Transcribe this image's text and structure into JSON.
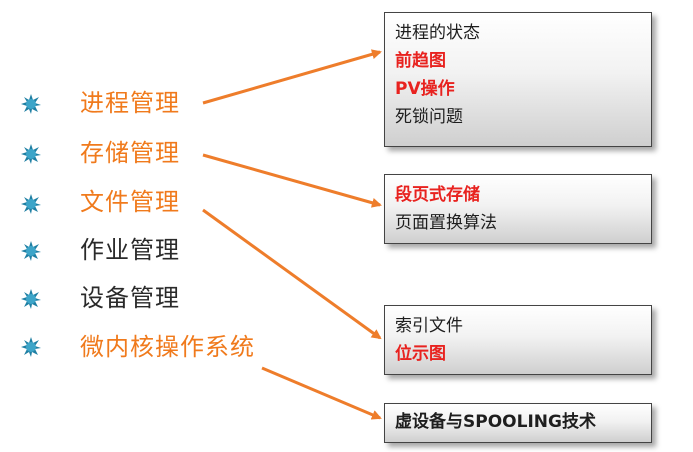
{
  "topics": [
    {
      "label": "进程管理",
      "color": "orange"
    },
    {
      "label": "存储管理",
      "color": "orange"
    },
    {
      "label": "文件管理",
      "color": "orange"
    },
    {
      "label": "作业管理",
      "color": "dark"
    },
    {
      "label": "设备管理",
      "color": "dark"
    },
    {
      "label": "微内核操作系统",
      "color": "orange"
    }
  ],
  "boxes": {
    "process": {
      "line1": "进程的状态",
      "line2": "前趋图",
      "line3": "PV操作",
      "line4": "死锁问题"
    },
    "storage": {
      "line1": "段页式存储",
      "line2": "页面置换算法"
    },
    "file": {
      "line1": "索引文件",
      "line2": "位示图"
    },
    "device": {
      "line1": "虚设备与SPOOLING技术"
    }
  },
  "colors": {
    "accent_orange": "#f07a1c",
    "highlight_red": "#e8221f",
    "bullet_teal": "#1f7fa3",
    "arrow": "#ee7d2b"
  }
}
